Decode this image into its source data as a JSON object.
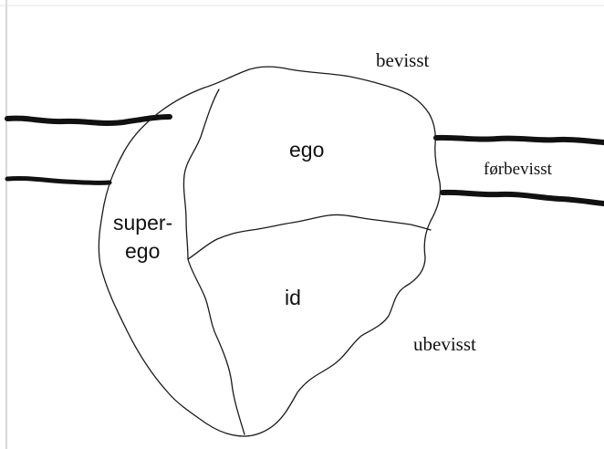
{
  "levels": {
    "conscious": "bevisst",
    "preconscious": "førbevisst",
    "unconscious": "ubevisst"
  },
  "parts": {
    "ego": "ego",
    "superego_line1": "super-",
    "superego_line2": "ego",
    "id": "id"
  },
  "colors": {
    "ink": "#111111",
    "background": "#ffffff",
    "frame": "#b0b0b0"
  }
}
